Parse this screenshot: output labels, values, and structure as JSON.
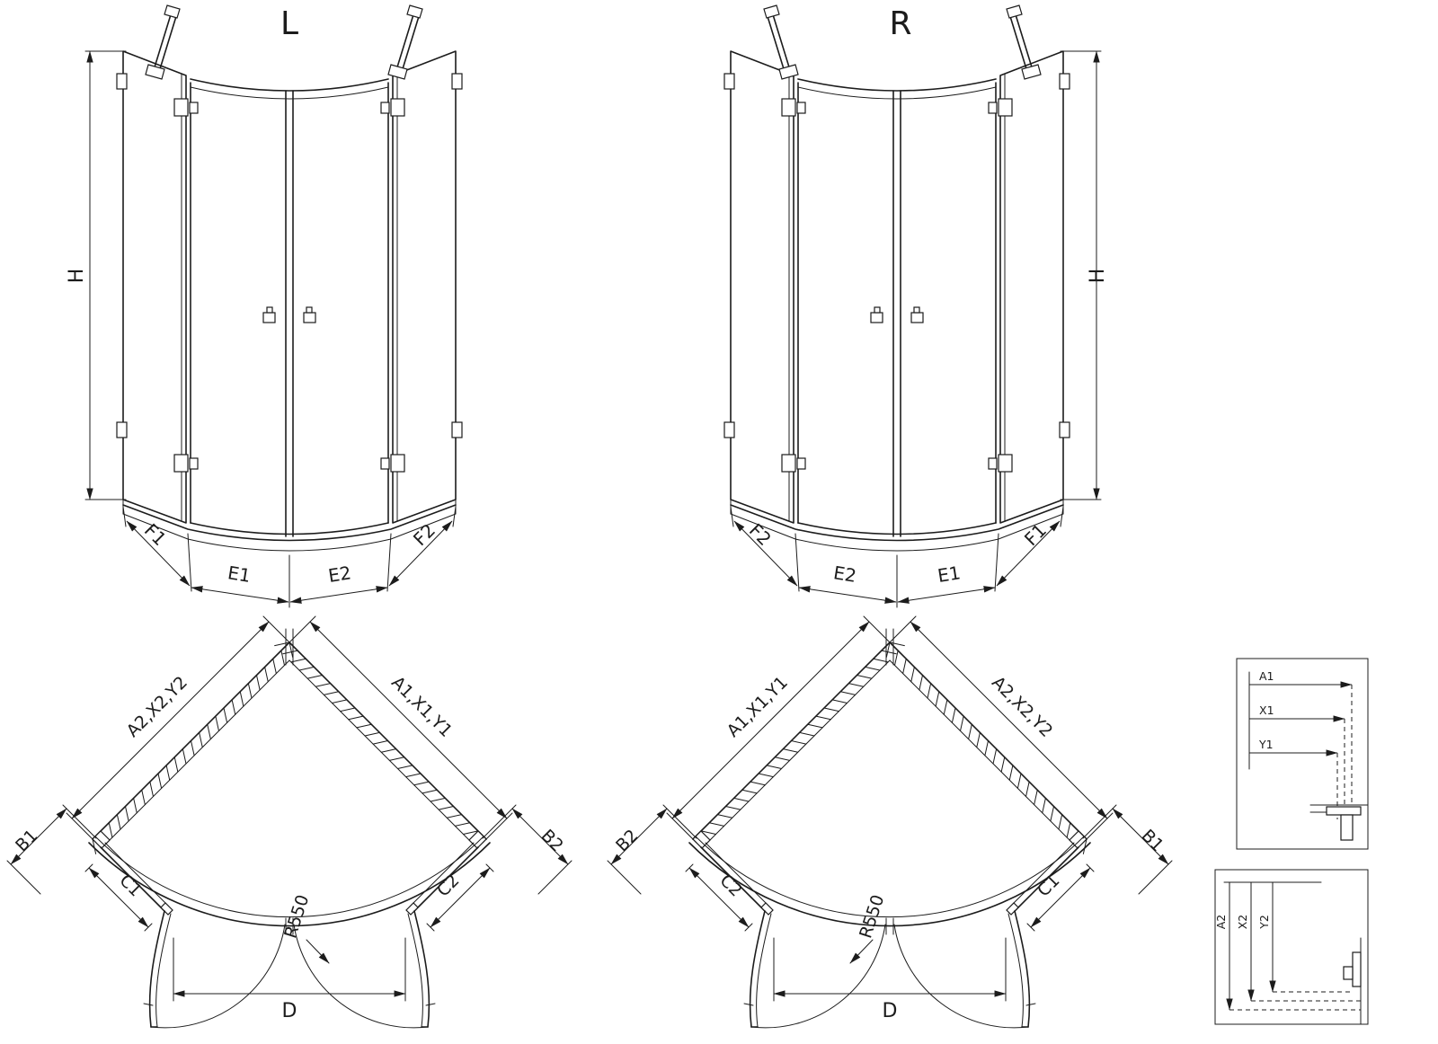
{
  "page": {
    "background": "#ffffff",
    "line_color": "#1c1c1c"
  },
  "elevation_left": {
    "title": "L",
    "height_label": "H",
    "bottom_labels": [
      "F1",
      "E1",
      "E2",
      "F2"
    ]
  },
  "elevation_right": {
    "title": "R",
    "height_label": "H",
    "bottom_labels": [
      "F2",
      "E2",
      "E1",
      "F1"
    ]
  },
  "plan_left": {
    "wall_left_label": "A2,X2,Y2",
    "wall_right_label": "A1,X1,Y1",
    "outer_left_label": "B1",
    "outer_right_label": "B2",
    "panel_left_label": "C1",
    "panel_right_label": "C2",
    "radius_label": "R550",
    "width_label": "D"
  },
  "plan_right": {
    "wall_left_label": "A1,X1,Y1",
    "wall_right_label": "A2,X2,Y2",
    "outer_left_label": "B2",
    "outer_right_label": "B1",
    "panel_left_label": "C2",
    "panel_right_label": "C1",
    "radius_label": "R550",
    "width_label": "D"
  },
  "detail_top": {
    "labels": [
      "A1",
      "X1",
      "Y1"
    ]
  },
  "detail_bottom": {
    "labels": [
      "A2",
      "X2",
      "Y2"
    ]
  }
}
